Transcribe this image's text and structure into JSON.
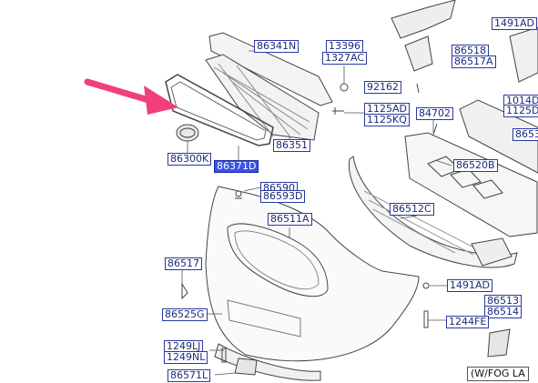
{
  "diagram": {
    "labels": {
      "p86341N": "86341N",
      "p13396": "13396",
      "p1327AC": "1327AC",
      "p92162": "92162",
      "p1125AD": "1125AD",
      "p1125KQ": "1125KQ",
      "p86351": "86351",
      "p86300K": "86300K",
      "p86371D": "86371D",
      "p86590": "86590",
      "p86593D": "86593D",
      "p86511A": "86511A",
      "p86517": "86517",
      "p86525G": "86525G",
      "p1249LJ": "1249LJ",
      "p1249NL": "1249NL",
      "p86571L": "86571L",
      "p1491AD_top": "1491AD",
      "p86518": "86518",
      "p86517A": "86517A",
      "p1014D": "1014D",
      "p1125D": "1125D",
      "p84702": "84702",
      "p8653": "8653",
      "p86520B": "86520B",
      "p86512C": "86512C",
      "p1491AD": "1491AD",
      "p86513": "86513",
      "p86514": "86514",
      "p1244FE": "1244FE"
    },
    "note": "(W/FOG LA",
    "selected_part": "86371D",
    "colors": {
      "label_text": "#1a2a7a",
      "label_border": "#2a3aa0",
      "selected_bg": "#3a52e8",
      "pointer_arrow": "#f0407a",
      "line_art": "#444444"
    },
    "icons": [
      "pointer-arrow-icon"
    ]
  }
}
